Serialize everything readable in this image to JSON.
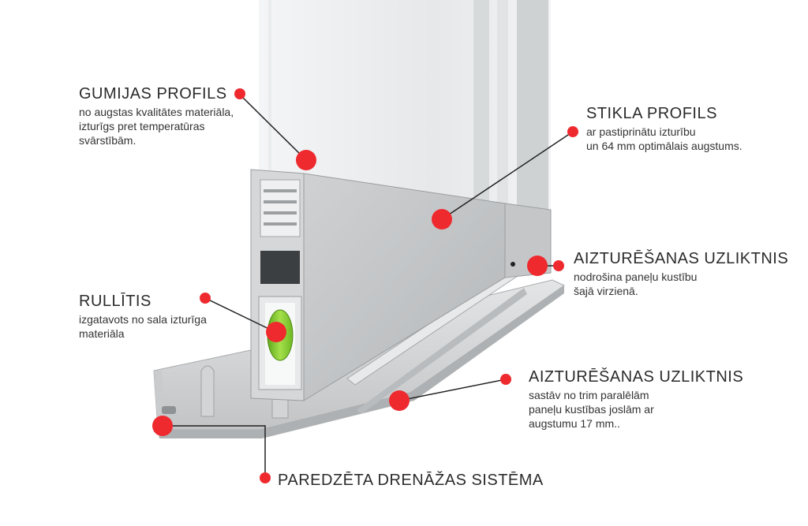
{
  "colors": {
    "accent_dot": "#ee2a2f",
    "leader_line": "#222222",
    "profile_light": "#d9dadb",
    "profile_mid": "#bdbfc1",
    "profile_dark": "#8f9294",
    "roller_green": "#8fcf2f",
    "glass": "#eef0f1"
  },
  "callouts": {
    "gumijas": {
      "title": "GUMIJAS PROFILS",
      "desc": "no augstas kvalitātes materiāla,\nizturīgs pret temperatūras\nsvārstībām."
    },
    "stikla": {
      "title": "STIKLA PROFILS",
      "desc": "ar pastiprinātu izturību\nun 64 mm optimālais augstums."
    },
    "aizturesanas_1": {
      "title": "AIZTURĒŠANAS UZLIKTNIS",
      "desc": "nodrošina paneļu kustību\nšajā virzienā."
    },
    "rullitis": {
      "title": "RULLĪTIS",
      "desc": "izgatavots no sala izturīga\nmateriāla"
    },
    "aizturesanas_2": {
      "title": "AIZTURĒŠANAS UZLIKTNIS",
      "desc": "sastāv no trim paralēlām\npaneļu kustības joslām ar\naugstumu 17 mm.."
    },
    "drenazas": {
      "title": "PAREDZĒTA DRENĀŽAS SISTĒMA"
    }
  }
}
